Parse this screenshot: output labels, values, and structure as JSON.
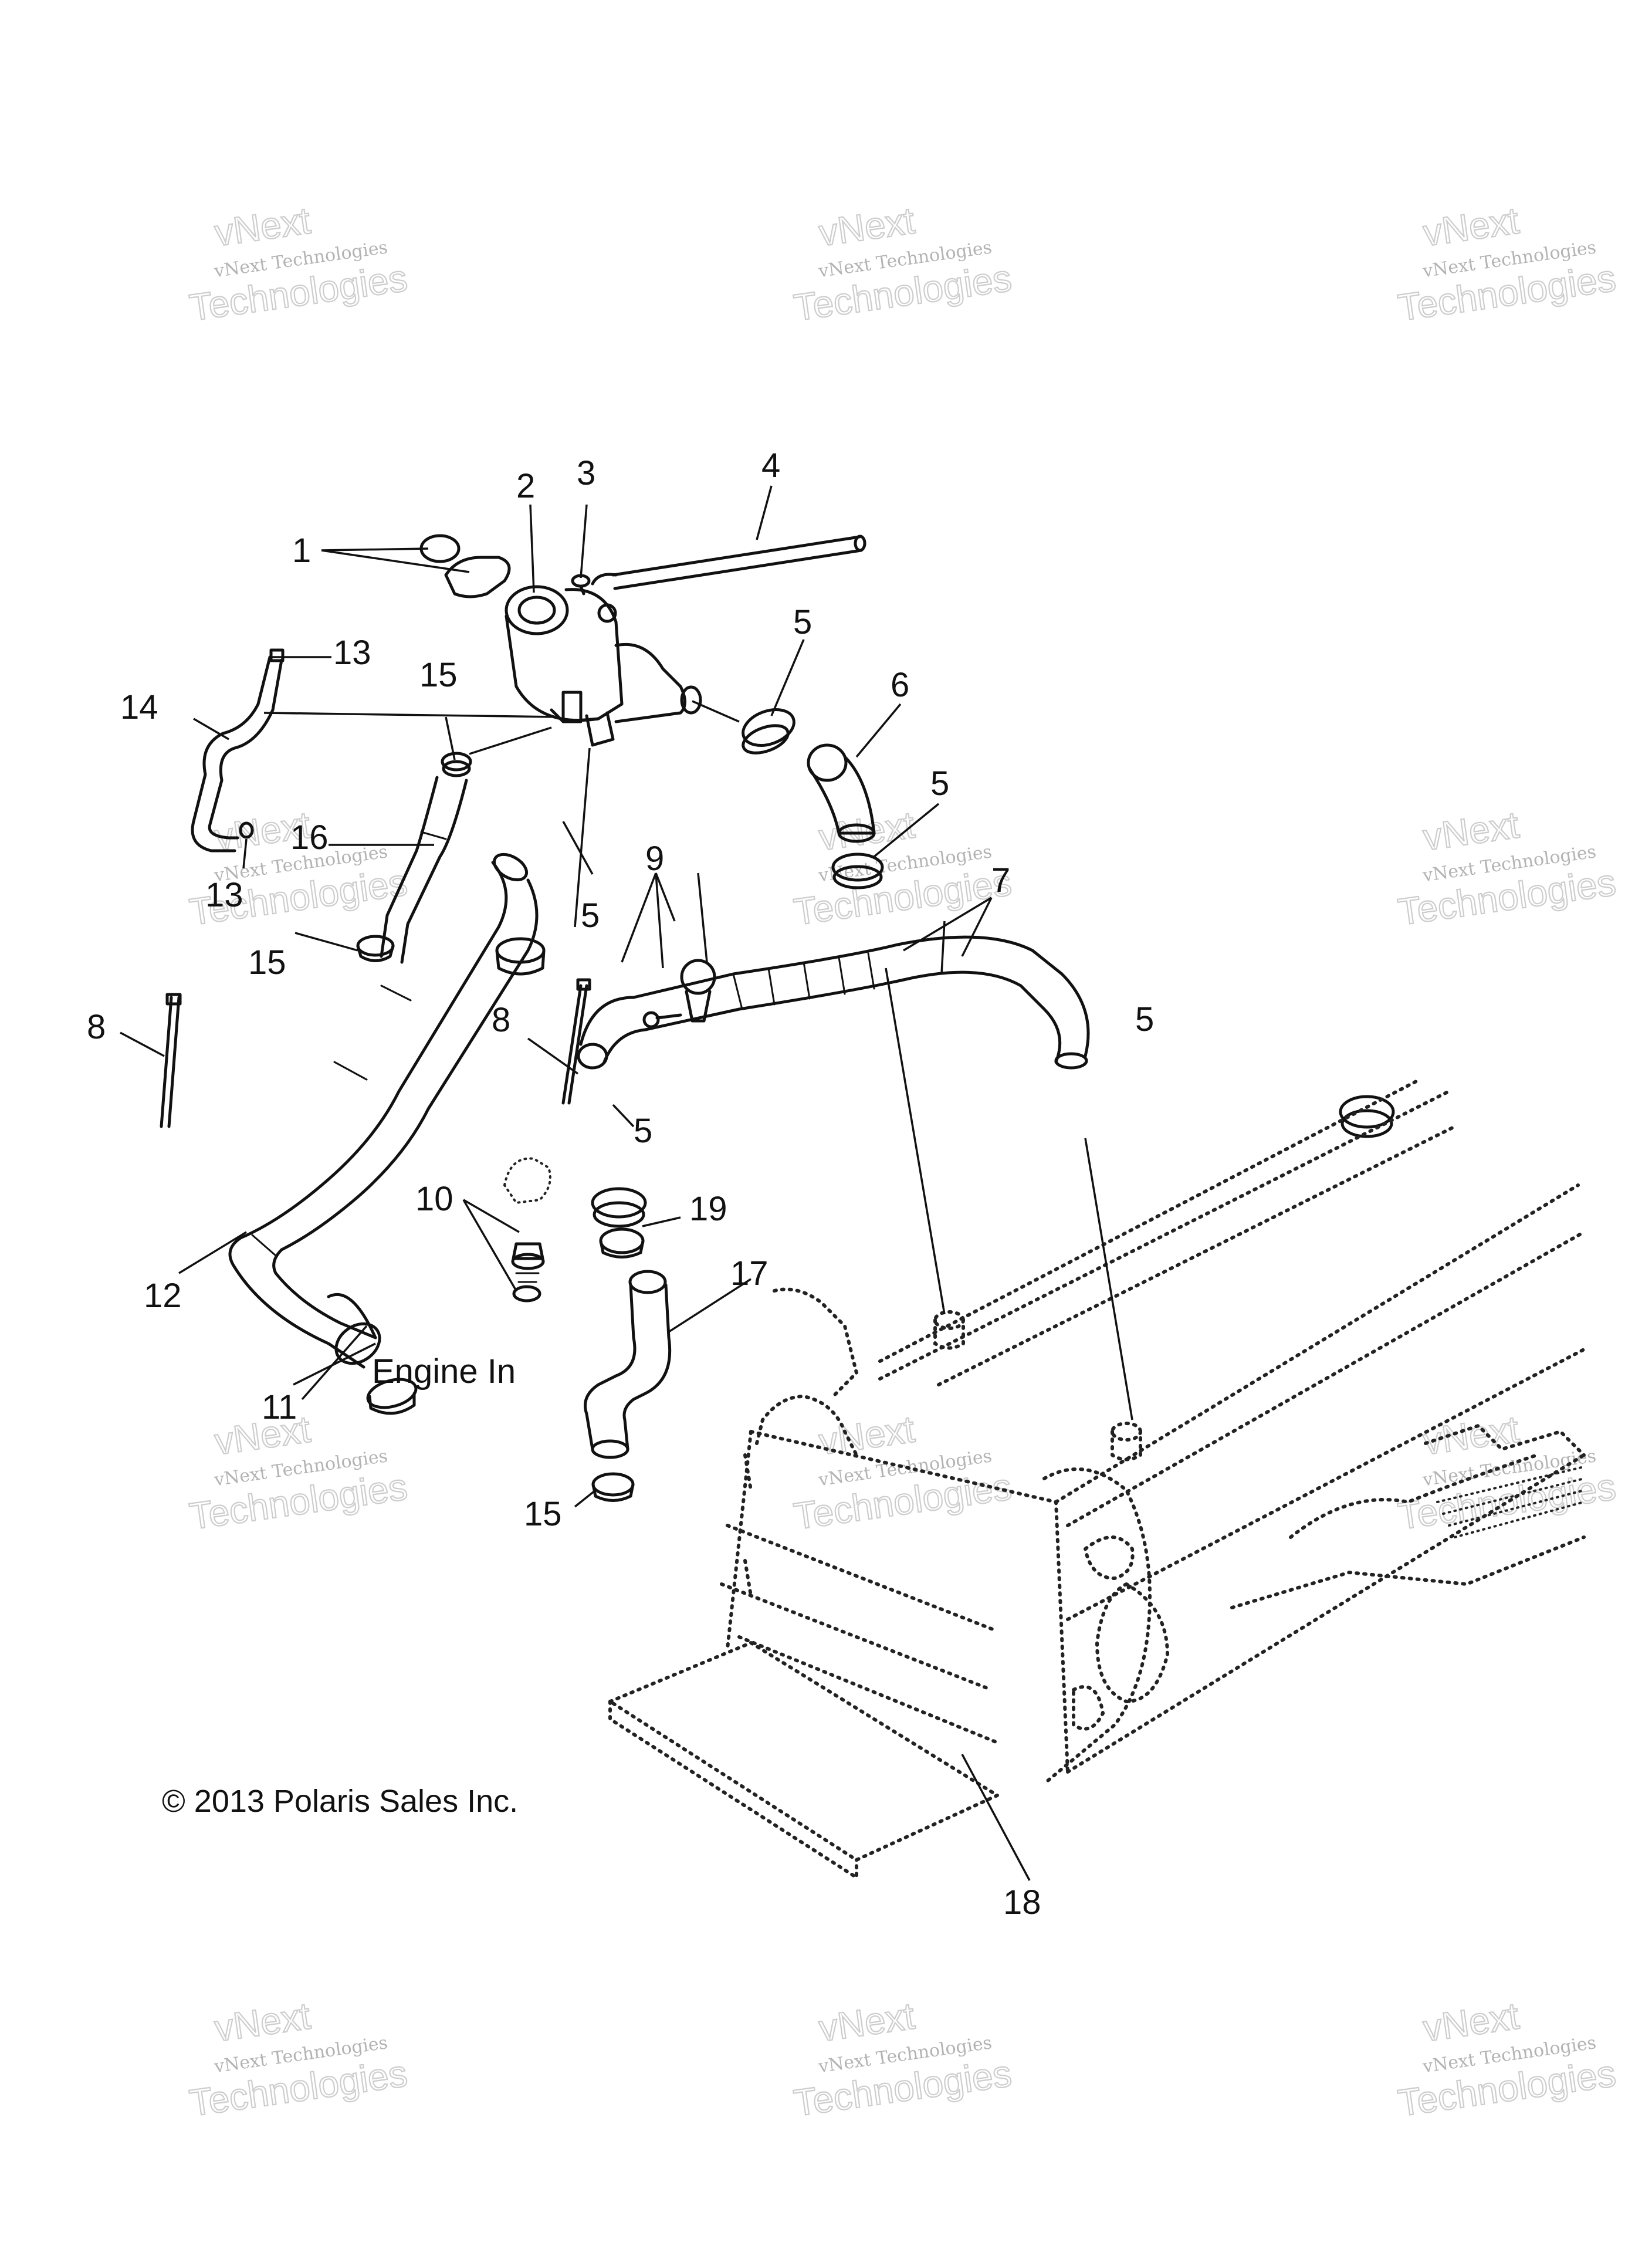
{
  "callouts": [
    {
      "id": "c1",
      "label": "1"
    },
    {
      "id": "c2",
      "label": "2"
    },
    {
      "id": "c3",
      "label": "3"
    },
    {
      "id": "c4",
      "label": "4"
    },
    {
      "id": "c5a",
      "label": "5"
    },
    {
      "id": "c6",
      "label": "6"
    },
    {
      "id": "c5b",
      "label": "5"
    },
    {
      "id": "c7",
      "label": "7"
    },
    {
      "id": "c13a",
      "label": "13"
    },
    {
      "id": "c14",
      "label": "14"
    },
    {
      "id": "c15a",
      "label": "15"
    },
    {
      "id": "c16",
      "label": "16"
    },
    {
      "id": "c13b",
      "label": "13"
    },
    {
      "id": "c15b",
      "label": "15"
    },
    {
      "id": "c5c",
      "label": "5"
    },
    {
      "id": "c9",
      "label": "9"
    },
    {
      "id": "c8a",
      "label": "8"
    },
    {
      "id": "c8b",
      "label": "8"
    },
    {
      "id": "c5d",
      "label": "5"
    },
    {
      "id": "c5e",
      "label": "5"
    },
    {
      "id": "c10",
      "label": "10"
    },
    {
      "id": "c19",
      "label": "19"
    },
    {
      "id": "c12",
      "label": "12"
    },
    {
      "id": "c17",
      "label": "17"
    },
    {
      "id": "c11",
      "label": "11"
    },
    {
      "id": "c15c",
      "label": "15"
    },
    {
      "id": "c18",
      "label": "18"
    }
  ],
  "engine_in_label": "Engine In",
  "copyright": "© 2013 Polaris Sales Inc.",
  "watermark": {
    "line1": "vNext Technologies",
    "line2": "vNext",
    "line3": "Technologies"
  }
}
